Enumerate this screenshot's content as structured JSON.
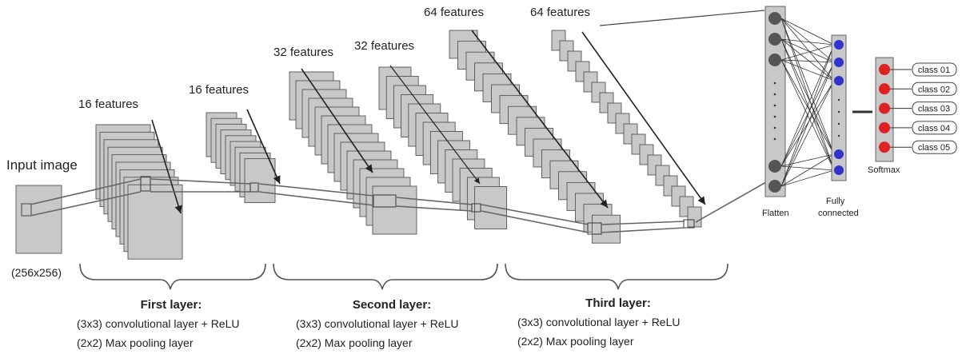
{
  "input": {
    "label": "Input image",
    "size": "(256x256)"
  },
  "stacks": [
    {
      "label": "16 features"
    },
    {
      "label": "16 features"
    },
    {
      "label": "32 features"
    },
    {
      "label": "32 features"
    },
    {
      "label": "64 features"
    },
    {
      "label": "64 features"
    }
  ],
  "dense": {
    "flatten_label": "Flatten",
    "fc_label_1": "Fully",
    "fc_label_2": "connected",
    "softmax_label": "Softmax"
  },
  "classes": [
    "class 01",
    "class 02",
    "class 03",
    "class 04",
    "class 05"
  ],
  "layers": [
    {
      "title": "First layer:",
      "line1": "(3x3) convolutional layer + ReLU",
      "line2": "(2x2) Max pooling layer"
    },
    {
      "title": "Second layer:",
      "line1": "(3x3) convolutional layer + ReLU",
      "line2": "(2x2) Max pooling layer"
    },
    {
      "title": "Third layer:",
      "line1": "(3x3) convolutional layer + ReLU",
      "line2": "(2x2) Max pooling layer"
    }
  ],
  "colors": {
    "fill": "#c8c8c8",
    "stroke": "#555555",
    "dark_node": "#555555",
    "fc_node": "#3333cc",
    "softmax_node": "#dd2222"
  }
}
